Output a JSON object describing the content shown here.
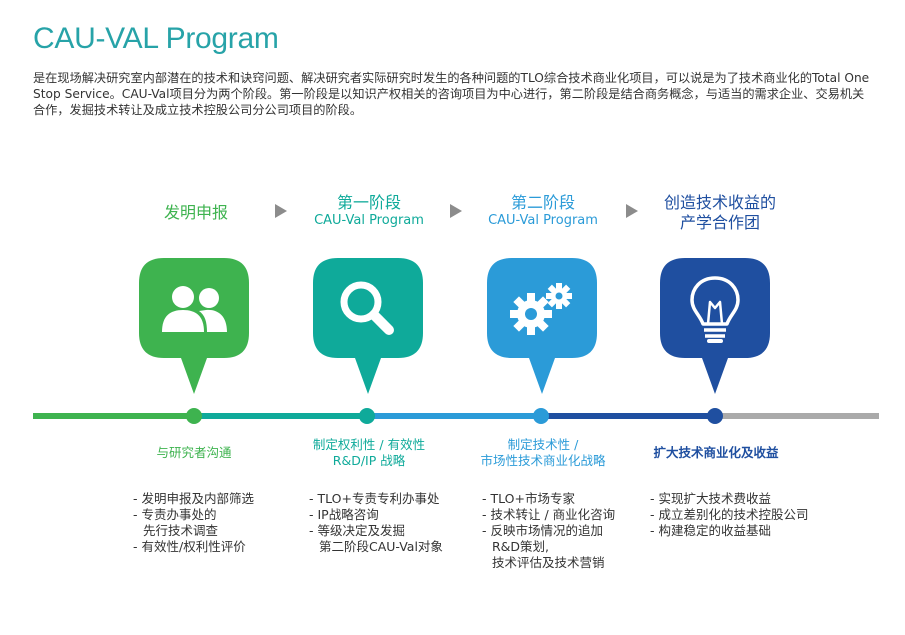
{
  "title": "CAU-VAL Program",
  "intro": "是在现场解决研究室内部潜在的技术和诀窍问题、解决研究者实际研究时发生的各种问题的TLO综合技术商业化项目，可以说是为了技术商业化的Total One Stop Service。CAU-Val项目分为两个阶段。第一阶段是以知识产权相关的咨询项目为中心进行，第二阶段是结合商务概念，与适当的需求企业、交易机关合作，发掘技术转让及成立技术控股公司分公司项目的阶段。",
  "colors": {
    "green": "#3eb34f",
    "teal": "#0faa9a",
    "blue": "#2b9bd8",
    "navy": "#1f4fa0",
    "gray": "#aaaaaa",
    "arrow": "#8c8c8c"
  },
  "stages": [
    {
      "title": "发明申报",
      "subtitle": "",
      "icon": "users-icon",
      "color": "#3eb34f",
      "caption": [
        "与研究者沟通"
      ],
      "items": [
        "- 发明申报及内部筛选",
        "- 专责办事处的",
        "   先行技术调查",
        "- 有效性/权利性评价"
      ]
    },
    {
      "title": "第一阶段",
      "subtitle": "CAU-Val Program",
      "icon": "search-icon",
      "color": "#0faa9a",
      "caption": [
        "制定权利性 / 有效性",
        "R&D/IP 战略"
      ],
      "items": [
        "- TLO+专责专利办事处",
        "- IP战略咨询",
        "- 等级决定及发掘",
        "   第二阶段CAU-Val对象"
      ]
    },
    {
      "title": "第二阶段",
      "subtitle": "CAU-Val Program",
      "icon": "gears-icon",
      "color": "#2b9bd8",
      "caption": [
        "制定技术性 /",
        "市场性技术商业化战略"
      ],
      "items": [
        "- TLO+市场专家",
        "- 技术转让 / 商业化咨询",
        "- 反映市场情况的追加",
        "   R&D策划,",
        "   技术评估及技术营销"
      ]
    },
    {
      "title": "创造技术收益的",
      "subtitle": "产学合作团",
      "icon": "lightbulb-icon",
      "color": "#1f4fa0",
      "caption": [
        "扩大技术商业化及收益"
      ],
      "items": [
        "- 实现扩大技术费收益",
        "- 成立差别化的技术控股公司",
        "- 构建稳定的收益基础"
      ]
    }
  ]
}
